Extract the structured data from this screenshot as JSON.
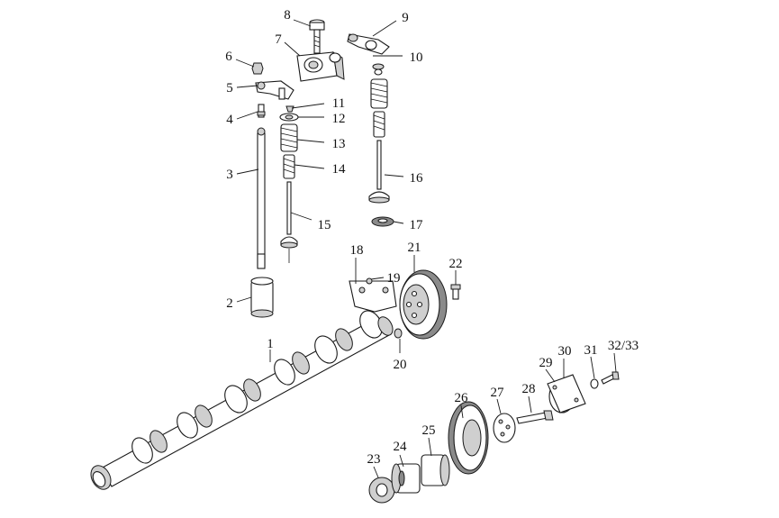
{
  "diagram": {
    "labels": {
      "p1": "1",
      "p2": "2",
      "p3": "3",
      "p4": "4",
      "p5": "5",
      "p6": "6",
      "p7": "7",
      "p8": "8",
      "p9": "9",
      "p10": "10",
      "p11": "11",
      "p12": "12",
      "p13": "13",
      "p14": "14",
      "p15": "15",
      "p16": "16",
      "p17": "17",
      "p18": "18",
      "p19": "19",
      "p20": "20",
      "p21": "21",
      "p22": "22",
      "p23": "23",
      "p24": "24",
      "p25": "25",
      "p26": "26",
      "p27": "27",
      "p28": "28",
      "p29": "29",
      "p30": "30",
      "p31": "31",
      "p32_33": "32/33"
    }
  }
}
